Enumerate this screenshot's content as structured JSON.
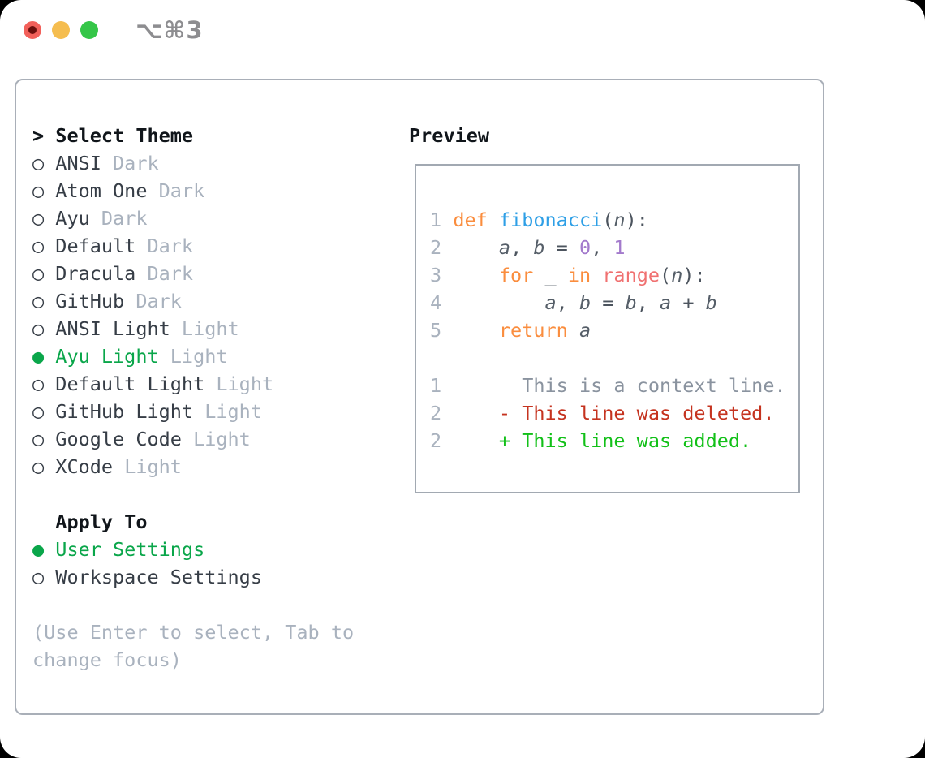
{
  "window": {
    "title": "⌥⌘3",
    "traffic_lights": [
      "close",
      "minimize",
      "zoom"
    ]
  },
  "colors": {
    "header": "#10151a",
    "list_text": "#363d46",
    "variant_tag": "#a9b2be",
    "selected_green": "#0aa64a",
    "hint": "#a9b2be",
    "ln": "#a9b2be",
    "kw": "#fa8d3e",
    "fn": "#2e9fe6",
    "pl": "#4c545e",
    "var": "#555e68",
    "num": "#a37acc",
    "bi": "#f07171",
    "ctx": "#8a939f",
    "del": "#c5331f",
    "add": "#12c018",
    "panel_border": "#a9afb8",
    "close_red": "#f2605a",
    "min_yellow": "#f5bd4f",
    "zoom_green": "#35c648"
  },
  "theme_list": {
    "prompt": ">",
    "header": "Select Theme",
    "unselected_marker": "○",
    "selected_marker": "●",
    "items": [
      {
        "name": "ANSI",
        "variant": "Dark",
        "selected": false
      },
      {
        "name": "Atom One",
        "variant": "Dark",
        "selected": false
      },
      {
        "name": "Ayu",
        "variant": "Dark",
        "selected": false
      },
      {
        "name": "Default",
        "variant": "Dark",
        "selected": false
      },
      {
        "name": "Dracula",
        "variant": "Dark",
        "selected": false
      },
      {
        "name": "GitHub",
        "variant": "Dark",
        "selected": false
      },
      {
        "name": "ANSI Light",
        "variant": "Light",
        "selected": false
      },
      {
        "name": "Ayu Light",
        "variant": "Light",
        "selected": true
      },
      {
        "name": "Default Light",
        "variant": "Light",
        "selected": false
      },
      {
        "name": "GitHub Light",
        "variant": "Light",
        "selected": false
      },
      {
        "name": "Google Code",
        "variant": "Light",
        "selected": false
      },
      {
        "name": "XCode",
        "variant": "Light",
        "selected": false
      }
    ]
  },
  "apply_to": {
    "header": "Apply To",
    "items": [
      {
        "label": "User Settings",
        "selected": true
      },
      {
        "label": "Workspace Settings",
        "selected": false
      }
    ]
  },
  "hint_lines": [
    "(Use Enter to select, Tab to",
    "change focus)"
  ],
  "preview": {
    "header": "Preview",
    "code_lines": [
      [
        {
          "t": "1",
          "c": "ln"
        },
        {
          "t": " ",
          "c": "pl"
        },
        {
          "t": "def",
          "c": "kw"
        },
        {
          "t": " ",
          "c": "pl"
        },
        {
          "t": "fibonacci",
          "c": "fn"
        },
        {
          "t": "(",
          "c": "pl"
        },
        {
          "t": "n",
          "c": "var"
        },
        {
          "t": "):",
          "c": "pl"
        }
      ],
      [
        {
          "t": "2",
          "c": "ln"
        },
        {
          "t": "     ",
          "c": "pl"
        },
        {
          "t": "a",
          "c": "var"
        },
        {
          "t": ", ",
          "c": "pl"
        },
        {
          "t": "b",
          "c": "var"
        },
        {
          "t": " = ",
          "c": "pl"
        },
        {
          "t": "0",
          "c": "num"
        },
        {
          "t": ", ",
          "c": "pl"
        },
        {
          "t": "1",
          "c": "num"
        }
      ],
      [
        {
          "t": "3",
          "c": "ln"
        },
        {
          "t": "     ",
          "c": "pl"
        },
        {
          "t": "for",
          "c": "kw"
        },
        {
          "t": " ",
          "c": "pl"
        },
        {
          "t": "_",
          "c": "var"
        },
        {
          "t": " ",
          "c": "pl"
        },
        {
          "t": "in",
          "c": "kw"
        },
        {
          "t": " ",
          "c": "pl"
        },
        {
          "t": "range",
          "c": "bi"
        },
        {
          "t": "(",
          "c": "pl"
        },
        {
          "t": "n",
          "c": "var"
        },
        {
          "t": "):",
          "c": "pl"
        }
      ],
      [
        {
          "t": "4",
          "c": "ln"
        },
        {
          "t": "         ",
          "c": "pl"
        },
        {
          "t": "a",
          "c": "var"
        },
        {
          "t": ", ",
          "c": "pl"
        },
        {
          "t": "b",
          "c": "var"
        },
        {
          "t": " = ",
          "c": "pl"
        },
        {
          "t": "b",
          "c": "var"
        },
        {
          "t": ", ",
          "c": "pl"
        },
        {
          "t": "a",
          "c": "var"
        },
        {
          "t": " + ",
          "c": "pl"
        },
        {
          "t": "b",
          "c": "var"
        }
      ],
      [
        {
          "t": "5",
          "c": "ln"
        },
        {
          "t": "     ",
          "c": "pl"
        },
        {
          "t": "return",
          "c": "kw"
        },
        {
          "t": " ",
          "c": "pl"
        },
        {
          "t": "a",
          "c": "var"
        }
      ],
      [],
      [
        {
          "t": "1",
          "c": "ln"
        },
        {
          "t": "       ",
          "c": "pl"
        },
        {
          "t": "This is a context line.",
          "c": "ctx"
        }
      ],
      [
        {
          "t": "2",
          "c": "ln"
        },
        {
          "t": "     ",
          "c": "pl"
        },
        {
          "t": "- This line was deleted.",
          "c": "del"
        }
      ],
      [
        {
          "t": "2",
          "c": "ln"
        },
        {
          "t": "     ",
          "c": "pl"
        },
        {
          "t": "+ This line was added.",
          "c": "add"
        }
      ]
    ]
  }
}
